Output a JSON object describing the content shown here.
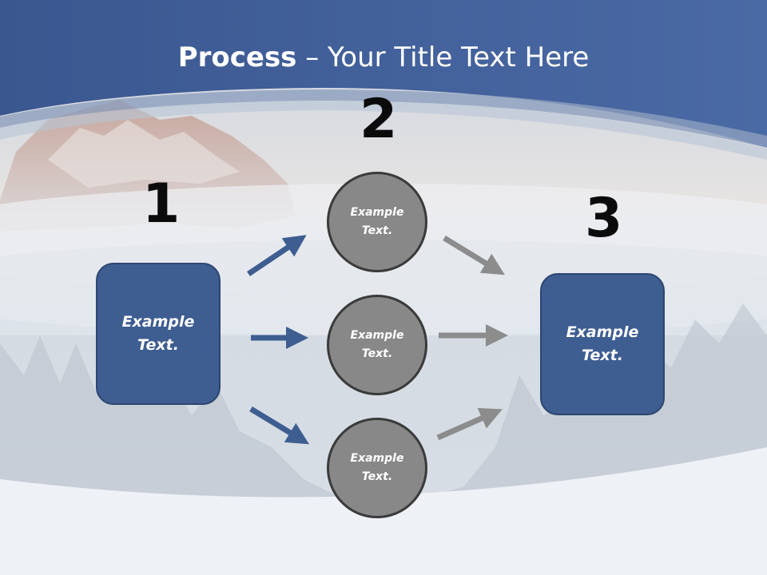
{
  "slide": {
    "title_bold": "Process",
    "title_rest": " – Your Title Text Here",
    "steps": [
      {
        "number": "1",
        "box_text": "Example Text."
      },
      {
        "number": "2",
        "circles": [
          "Example Text.",
          "Example Text.",
          "Example Text."
        ]
      },
      {
        "number": "3",
        "box_text": "Example Text."
      }
    ]
  },
  "colors": {
    "header_blue": "#3e5d91",
    "box_fill": "#3e5d91",
    "circle_fill": "#888888",
    "arrow_blue": "#3e5d91",
    "arrow_gray": "#8c8c8c"
  },
  "icons": [
    "arrow-right-icon",
    "arrow-up-right-icon",
    "arrow-down-right-icon"
  ]
}
